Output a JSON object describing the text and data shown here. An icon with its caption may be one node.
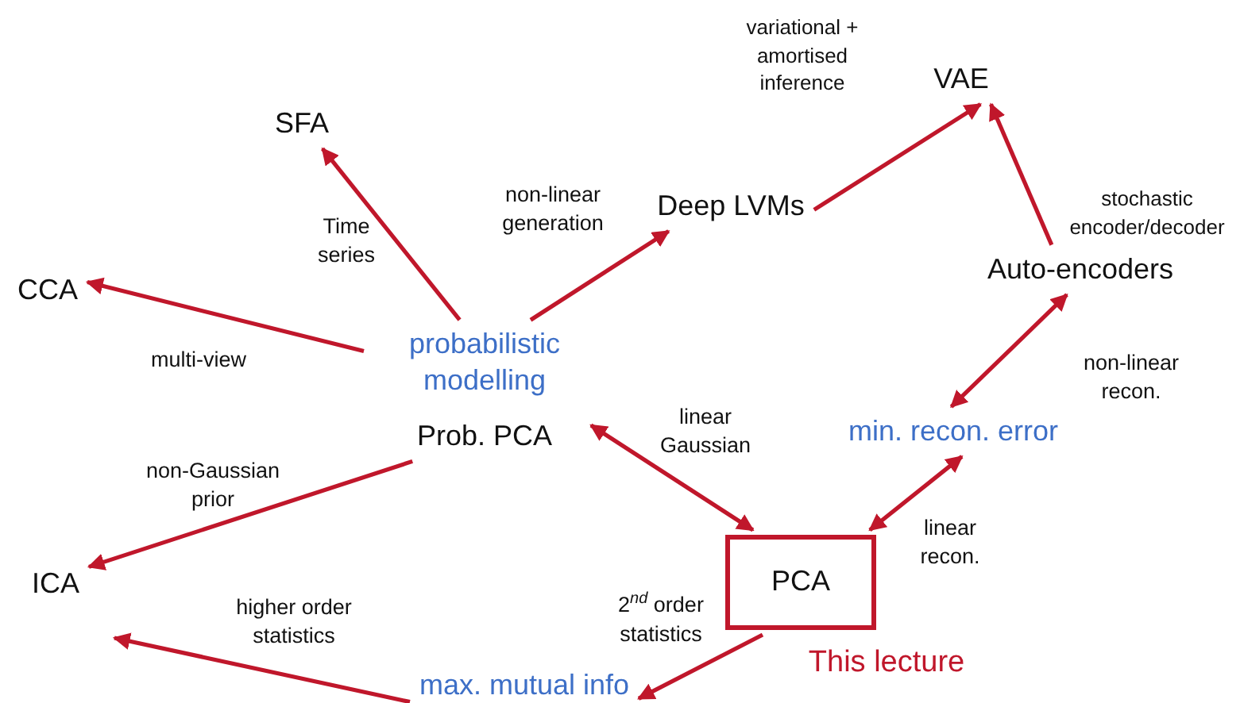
{
  "diagram": {
    "nodes": [
      {
        "text": [
          "SFA"
        ]
      },
      {
        "text": [
          "CCA"
        ]
      },
      {
        "text": [
          "probabilistic modelling"
        ]
      },
      {
        "text": [
          "Prob. PCA"
        ]
      },
      {
        "text": [
          "Deep LVMs"
        ]
      },
      {
        "text": [
          "VAE"
        ]
      },
      {
        "text": [
          "Auto-encoders"
        ]
      },
      {
        "text": [
          "min. recon. error"
        ]
      },
      {
        "text": [
          "PCA"
        ],
        "beside": [
          "This lecture"
        ]
      },
      {
        "text": [
          "ICA"
        ]
      },
      {
        "text": [
          "max. mutual info"
        ]
      }
    ],
    "edges": [
      {
        "from": 2,
        "to": 0,
        "arrow": "to",
        "label": "Time series"
      },
      {
        "from": 2,
        "to": 1,
        "arrow": "to",
        "label": "multi-view"
      },
      {
        "from": 2,
        "to": 4,
        "arrow": "to",
        "label": "non-linear generation"
      },
      {
        "from": 4,
        "to": 5,
        "arrow": "to",
        "label": "variational + amortised inference"
      },
      {
        "from": 6,
        "to": 5,
        "arrow": "to",
        "label": "stochastic encoder/decoder"
      },
      {
        "from": 6,
        "to": 7,
        "arrow": "both",
        "label": "non-linear recon."
      },
      {
        "from": 3,
        "to": 8,
        "arrow": "both",
        "label": "linear Gaussian"
      },
      {
        "from": 8,
        "to": 7,
        "arrow": "both",
        "label": "linear recon."
      },
      {
        "from": 3,
        "to": 9,
        "arrow": "to",
        "label": "non-Gaussian prior"
      },
      {
        "from": 10,
        "to": 9,
        "arrow": "to",
        "label": "higher order statistics"
      },
      {
        "from": 8,
        "to": 10,
        "arrow": "to",
        "label": "2$^{nd}$ order statistics"
      }
    ]
  }
}
